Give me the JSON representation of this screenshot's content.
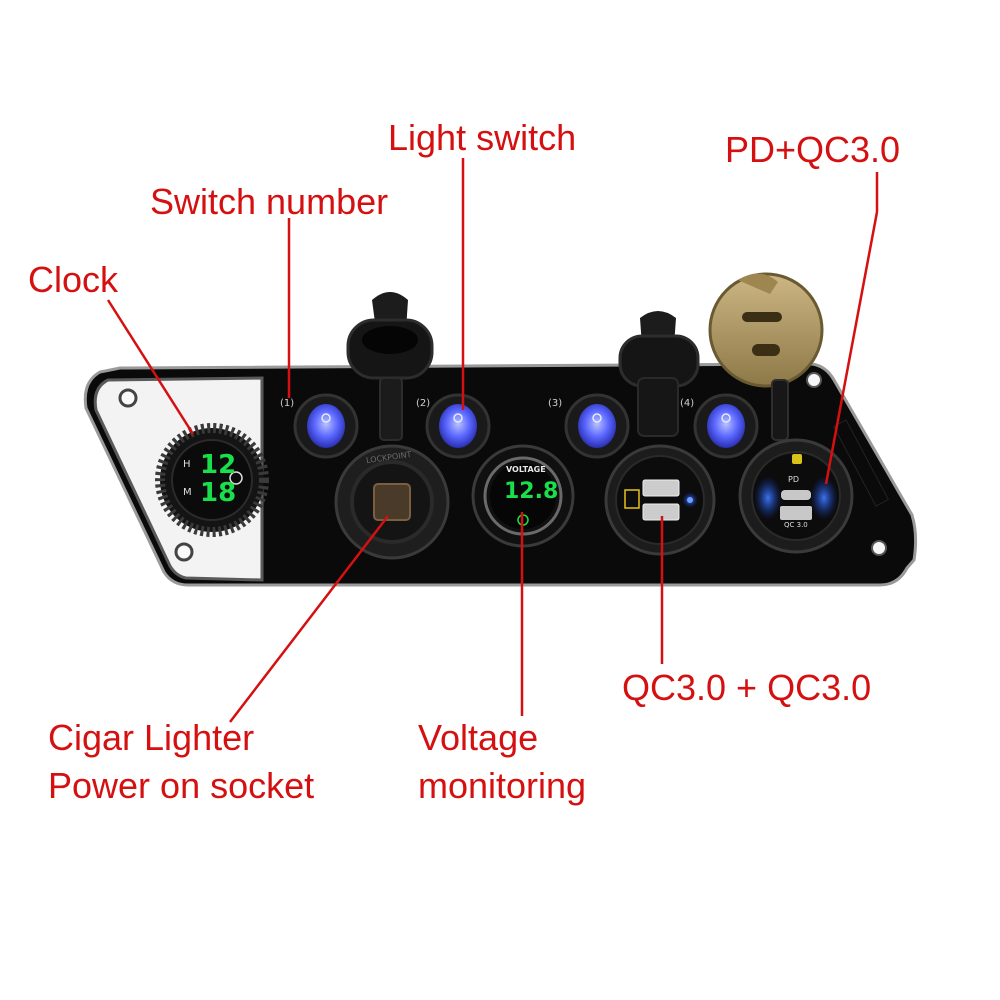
{
  "labels": {
    "clock": "Clock",
    "switch_number": "Switch number",
    "light_switch": "Light switch",
    "pd_qc": "PD+QC3.0",
    "qc_qc": "QC3.0 + QC3.0",
    "cigar_line1": "Cigar Lighter",
    "cigar_line2": "Power on socket",
    "voltage_line1": "Voltage",
    "voltage_line2": "monitoring"
  },
  "panel": {
    "clock_hour": "12",
    "clock_min": "18",
    "clock_h": "H",
    "clock_m": "M",
    "switch_numbers": [
      "(1)",
      "(2)",
      "(3)",
      "(4)"
    ],
    "voltmeter_title": "VOLTAGE",
    "voltage_reading": "12.8",
    "lighter_ring_text": "LOCKPOINT",
    "pd_port": "PD",
    "qc_port": "QC 3.0"
  },
  "colors": {
    "annotation": "#d51010",
    "led_green": "#19e04a",
    "switch_blue": "#4a5cff",
    "usb_glow": "#2b6cff"
  }
}
